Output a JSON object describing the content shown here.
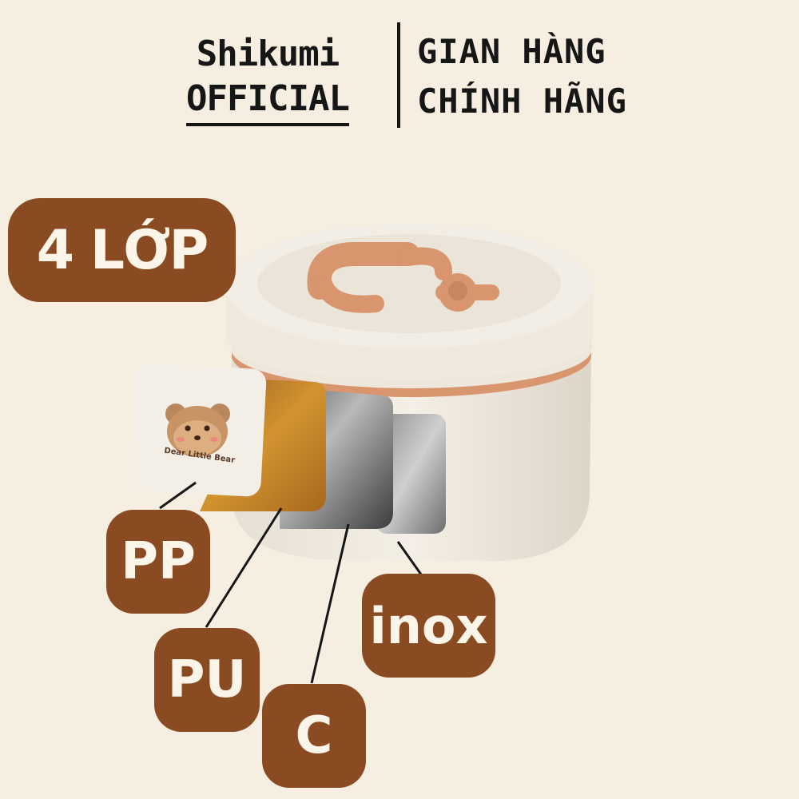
{
  "header": {
    "brand_line1": "Shikumi",
    "brand_line2": "OFFICIAL",
    "slogan_line1": "GIAN HÀNG",
    "slogan_line2": "CHÍNH HÃNG"
  },
  "badges": {
    "main": "4 LỚP",
    "pp": "PP",
    "pu": "PU",
    "c": "C",
    "inox": "inox"
  },
  "product": {
    "lid_text": "Dear Little Bear"
  },
  "colors": {
    "background": "#f6efe1",
    "badge": "#8a4a22",
    "accent_orange": "#d9956e",
    "container_cream": "#efe8dc"
  }
}
